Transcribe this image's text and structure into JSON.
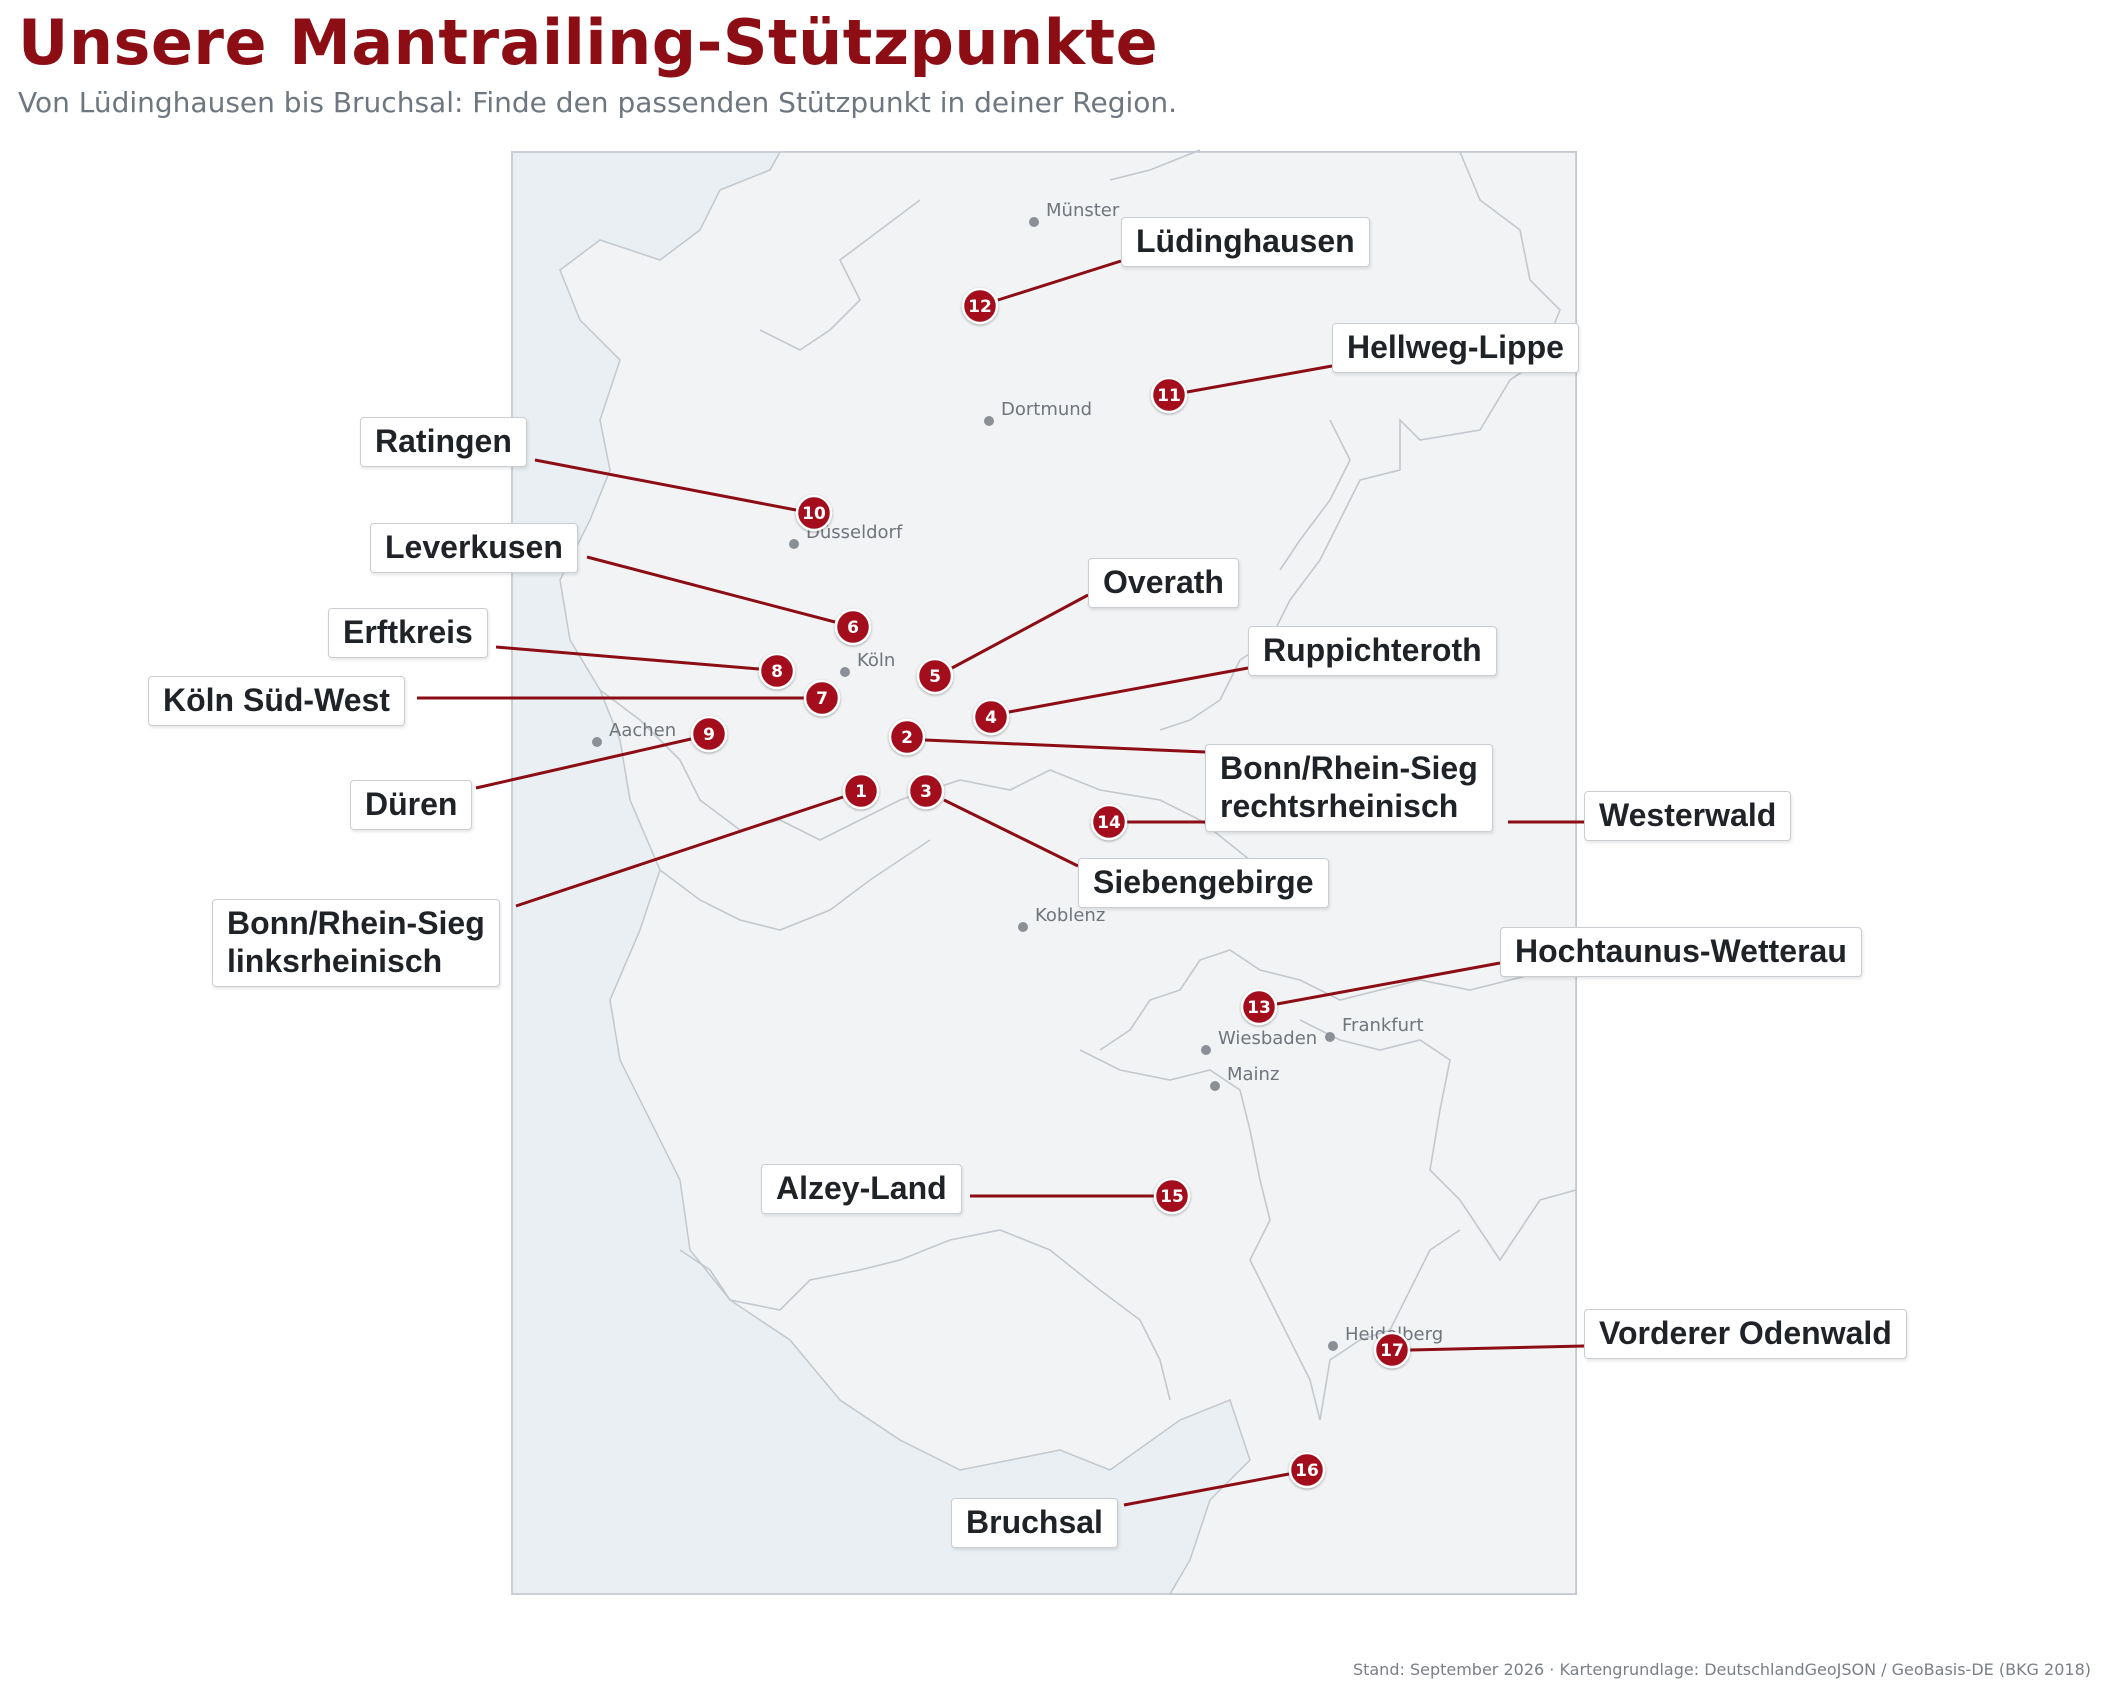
{
  "header": {
    "title": "Unsere Mantrailing-Stützpunkte",
    "subtitle": "Von Lüdinghausen bis Bruchsal: Finde den passenden Stützpunkt in deiner Region."
  },
  "footer": {
    "text": "Stand: September 2026 · Kartengrundlage: DeutschlandGeoJSON / GeoBasis-DE (BKG 2018)"
  },
  "colors": {
    "accent": "#8c0e14",
    "marker": "#a3101a",
    "map_background": "#e8eef1",
    "map_land": "#f1f3f5",
    "map_border": "#c3c8cd"
  },
  "cities": [
    "Münster",
    "Dortmund",
    "Düsseldorf",
    "Köln",
    "Aachen",
    "Koblenz",
    "Wiesbaden",
    "Frankfurt",
    "Mainz",
    "Heidelberg"
  ],
  "locations": [
    {
      "number": "1",
      "lines": [
        "Bonn/Rhein-Sieg",
        "linksrheinisch"
      ]
    },
    {
      "number": "2",
      "lines": [
        "Bonn/Rhein-Sieg",
        "rechtsrheinisch"
      ]
    },
    {
      "number": "3",
      "lines": [
        "Siebengebirge"
      ]
    },
    {
      "number": "4",
      "lines": [
        "Ruppichteroth"
      ]
    },
    {
      "number": "5",
      "lines": [
        "Overath"
      ]
    },
    {
      "number": "6",
      "lines": [
        "Leverkusen"
      ]
    },
    {
      "number": "7",
      "lines": [
        "Köln Süd-West"
      ]
    },
    {
      "number": "8",
      "lines": [
        "Erftkreis"
      ]
    },
    {
      "number": "9",
      "lines": [
        "Düren"
      ]
    },
    {
      "number": "10",
      "lines": [
        "Ratingen"
      ]
    },
    {
      "number": "11",
      "lines": [
        "Hellweg-Lippe"
      ]
    },
    {
      "number": "12",
      "lines": [
        "Lüdinghausen"
      ]
    },
    {
      "number": "13",
      "lines": [
        "Hochtaunus-Wetterau"
      ]
    },
    {
      "number": "14",
      "lines": [
        "Westerwald"
      ]
    },
    {
      "number": "15",
      "lines": [
        "Alzey-Land"
      ]
    },
    {
      "number": "16",
      "lines": [
        "Bruchsal"
      ]
    },
    {
      "number": "17",
      "lines": [
        "Vorderer Odenwald"
      ]
    }
  ]
}
